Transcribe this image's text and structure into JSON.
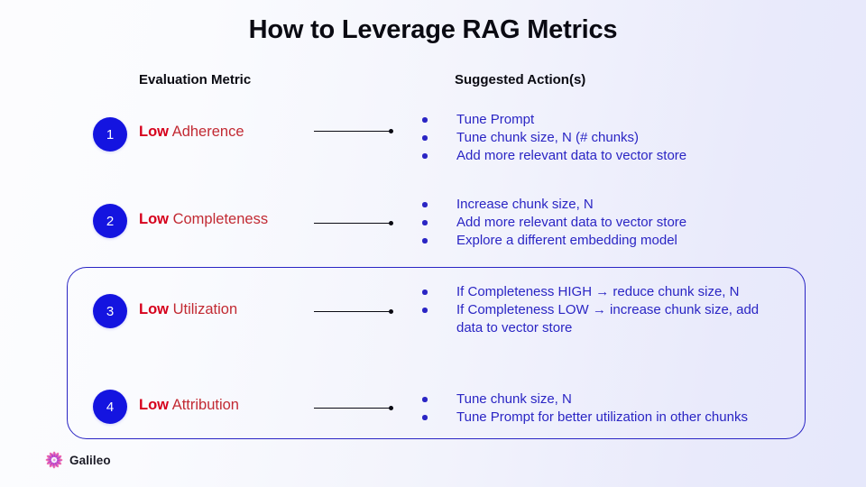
{
  "slide": {
    "title": "How to Leverage RAG Metrics",
    "headers": {
      "metric": "Evaluation Metric",
      "action": "Suggested Action(s)"
    },
    "colors": {
      "title_text": "#0a0a12",
      "badge_blue": "#1414e0",
      "metric_red": "#d6001c",
      "action_blue": "#2a25c4",
      "highlight_border": "#2a25c4"
    },
    "rows": [
      {
        "number": "1",
        "qualifier": "Low",
        "metric_name": "Adherence",
        "actions": [
          "Tune Prompt",
          "Tune chunk size, N (# chunks)",
          "Add more relevant data to vector store"
        ]
      },
      {
        "number": "2",
        "qualifier": "Low",
        "metric_name": "Completeness",
        "actions": [
          "Increase chunk size, N",
          "Add more relevant data to vector store",
          "Explore a different embedding model"
        ]
      },
      {
        "number": "3",
        "qualifier": "Low",
        "metric_name": "Utilization",
        "actions": [
          "If Completeness HIGH → reduce chunk size, N",
          "If Completeness LOW → increase chunk size, add data to vector store"
        ]
      },
      {
        "number": "4",
        "qualifier": "Low",
        "metric_name": "Attribution",
        "actions": [
          "Tune chunk size, N",
          "Tune Prompt for better utilization in other chunks"
        ]
      }
    ],
    "logo": {
      "name": "Galileo"
    }
  }
}
